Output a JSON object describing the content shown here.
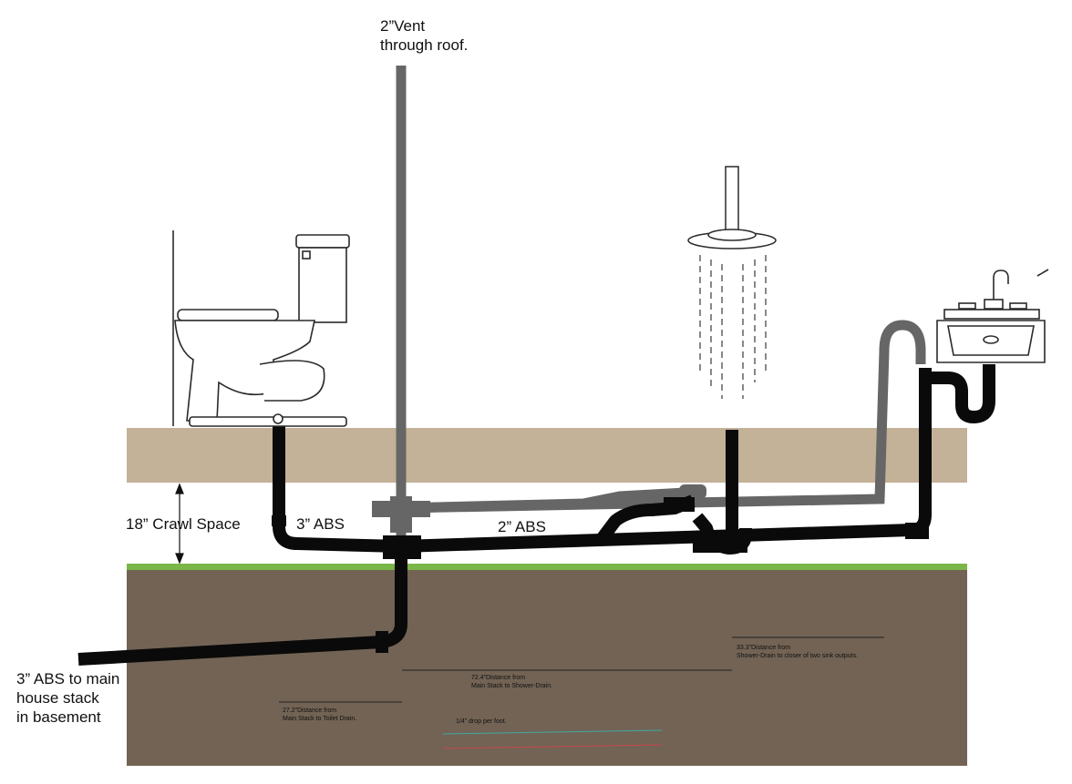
{
  "labels": {
    "vent_line1": "2”Vent",
    "vent_line2": "through roof.",
    "crawl_space": "18” Crawl Space",
    "abs_3": "3” ABS",
    "abs_2": "2” ABS",
    "main_stack_line1": "3” ABS to main",
    "main_stack_line2": "house stack",
    "main_stack_line3": "in basement"
  },
  "notes": {
    "toilet_line1": "27.2”Distance from",
    "toilet_line2": "Main Stack to Toilet Drain.",
    "shower_line1": "72.4”Distance from",
    "shower_line2": "Main Stack to Shower-Drain.",
    "sink_line1": "33.3”Distance from",
    "sink_line2": "Shower-Drain to closer of two sink outputs.",
    "slope": "1/4” drop per foot."
  },
  "colors": {
    "floor": "#c3b198",
    "ground": "#726354",
    "grass": "#7ab648",
    "drain_pipe": "#0a0a0a",
    "vent_pipe": "#666666",
    "fixture_outline": "#2a2a2a",
    "slope_line_a": "#3fa9a0",
    "slope_line_b": "#c8474a"
  },
  "icons": {
    "toilet": "toilet-icon",
    "shower": "shower-head-icon",
    "sink": "sink-icon",
    "dimension": "dimension-arrow-icon"
  }
}
